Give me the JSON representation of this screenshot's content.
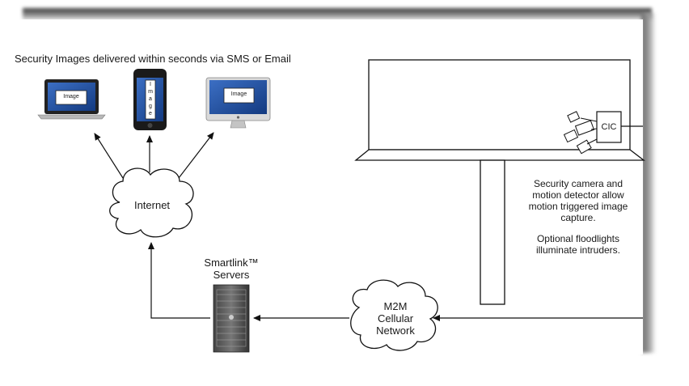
{
  "header": {
    "caption": "Security Images delivered within seconds via SMS or Email"
  },
  "devices": {
    "laptop_screen_text": "Image",
    "phone_screen_letters": [
      "I",
      "m",
      "a",
      "g",
      "e"
    ],
    "desktop_screen_text": "Image"
  },
  "nodes": {
    "internet": "Internet",
    "servers_line1": "Smartlink™",
    "servers_line2": "Servers",
    "m2m_line1": "M2M",
    "m2m_line2": "Cellular",
    "m2m_line3": "Network",
    "cic": "CIC"
  },
  "notes": {
    "camera_line1": "Security camera and",
    "camera_line2": "motion detector allow",
    "camera_line3": "motion triggered image",
    "camera_line4": "capture.",
    "flood_line1": "Optional floodlights",
    "flood_line2": "illuminate intruders."
  },
  "colors": {
    "line": "#111111",
    "screen_blue": "#1f4fa0",
    "device_body": "#c8c8c8"
  }
}
